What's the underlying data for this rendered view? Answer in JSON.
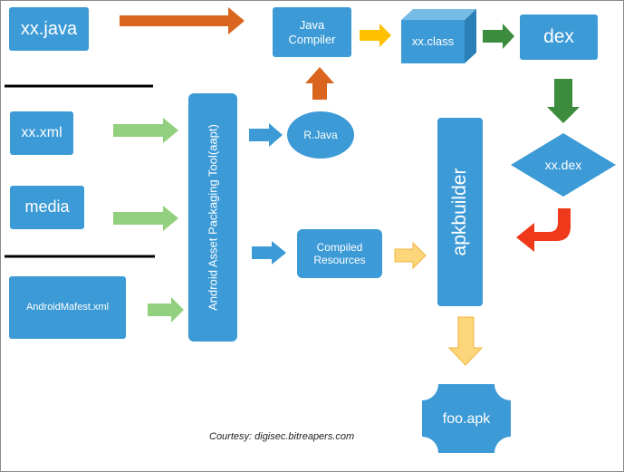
{
  "nodes": {
    "xx_java": "xx.java",
    "java_compiler": "Java\nCompiler",
    "xx_class": "xx.class",
    "dex": "dex",
    "xx_xml": "xx.xml",
    "media": "media",
    "manifest": "AndroidMafest.xml",
    "aapt": "Android Asset Packaging Tool(aapt)",
    "r_java": "R.Java",
    "compiled_resources": "Compiled\nResources",
    "apkbuilder": "apkbuilder",
    "xx_dex": "xx.dex",
    "foo_apk": "foo.apk"
  },
  "credit": "Courtesy: digisec.bitreapers.com",
  "colors": {
    "box": "#3c9ad6",
    "arrow_orange": "#d9651e",
    "arrow_green_dark": "#3d8b3d",
    "arrow_green_light": "#92cf7e",
    "arrow_blue": "#3c9ad6",
    "arrow_yellow": "#ffc000",
    "arrow_yellow_light": "#fdd67b",
    "arrow_red": "#ee3a1a"
  }
}
